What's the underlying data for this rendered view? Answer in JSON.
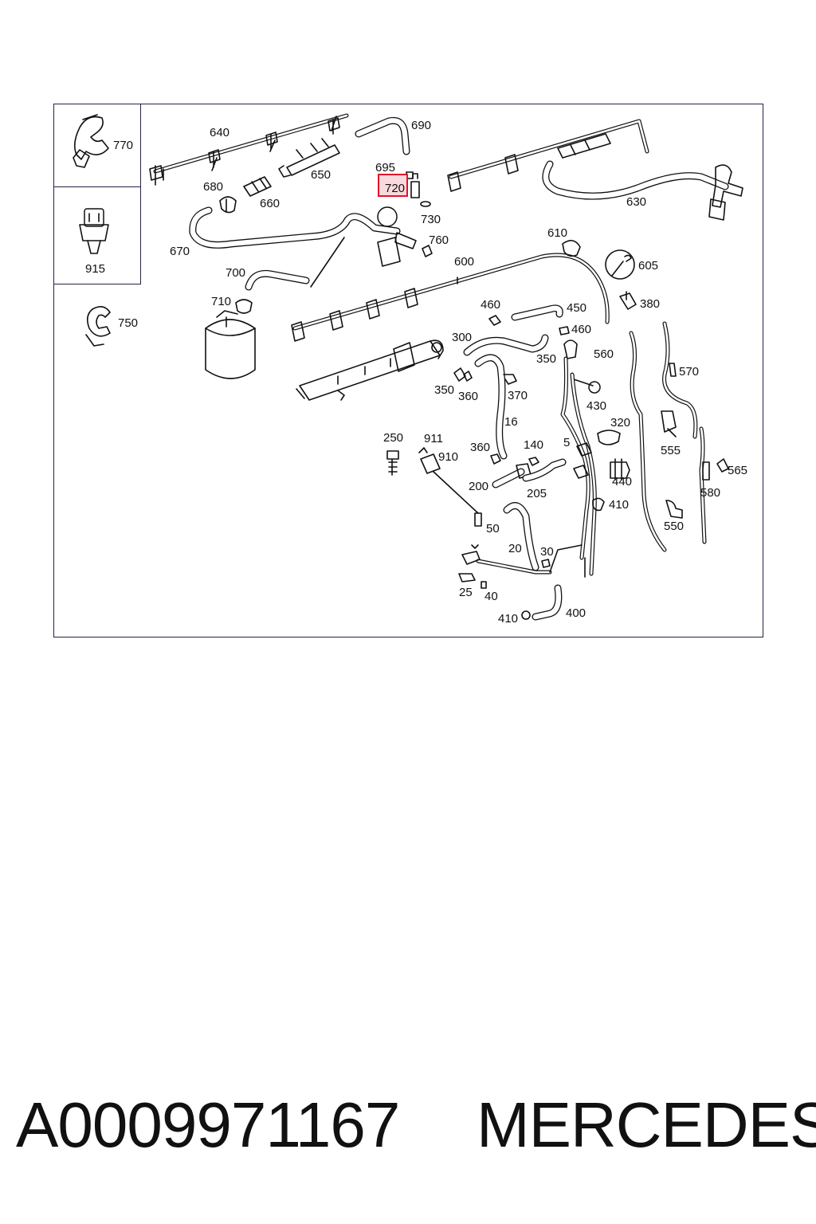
{
  "diagram": {
    "highlighted_label": "720",
    "inset_labels": [
      "770",
      "915"
    ],
    "labels": [
      "640",
      "690",
      "650",
      "695",
      "730",
      "680",
      "660",
      "670",
      "760",
      "610",
      "630",
      "605",
      "600",
      "700",
      "710",
      "380",
      "750",
      "460",
      "450",
      "460",
      "300",
      "350",
      "560",
      "570",
      "350",
      "360",
      "370",
      "430",
      "16",
      "320",
      "250",
      "911",
      "910",
      "360",
      "140",
      "5",
      "555",
      "565",
      "200",
      "205",
      "440",
      "410",
      "580",
      "50",
      "550",
      "20",
      "30",
      "25",
      "40",
      "410",
      "400"
    ]
  },
  "footer": {
    "part_number": "A0009971167",
    "brand": "MERCEDES"
  }
}
